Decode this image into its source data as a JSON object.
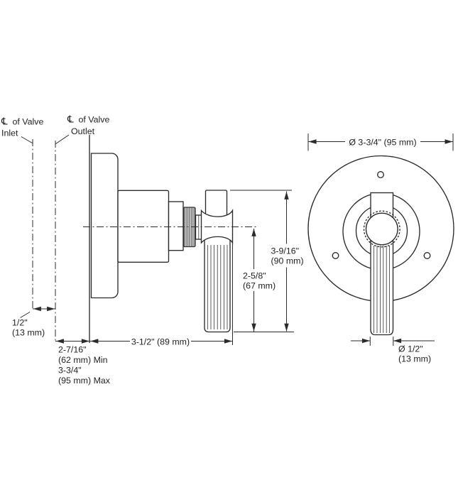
{
  "colors": {
    "background": "#ffffff",
    "ink": "#2b2b2b"
  },
  "side_view": {
    "inlet_label": {
      "symbol": "℄",
      "line1": "of Valve",
      "line2": "Inlet"
    },
    "outlet_label": {
      "symbol": "℄",
      "line1": "of Valve",
      "line2": "Outlet"
    },
    "dim_inlet_outlet_offset": {
      "value": "1/2\"",
      "metric": "(13 mm)"
    },
    "dim_wall_range": {
      "line1": "2-7/16\"",
      "line2": "(62 mm) Min",
      "line3": "3-3/4\"",
      "line4": "(95 mm) Max"
    },
    "dim_overall_depth": {
      "value": "3-1/2\" (89 mm)"
    },
    "dim_center_to_handle_end": {
      "value": "2-5/8\"",
      "metric": "(67 mm)"
    },
    "dim_top_to_handle_end": {
      "value": "3-9/16\"",
      "metric": "(90 mm)"
    }
  },
  "front_view": {
    "dim_plate_diameter": {
      "value": "Ø 3-3/4\" (95 mm)"
    },
    "dim_handle_diameter": {
      "value": "Ø 1/2\"",
      "metric": "(13 mm)"
    }
  }
}
